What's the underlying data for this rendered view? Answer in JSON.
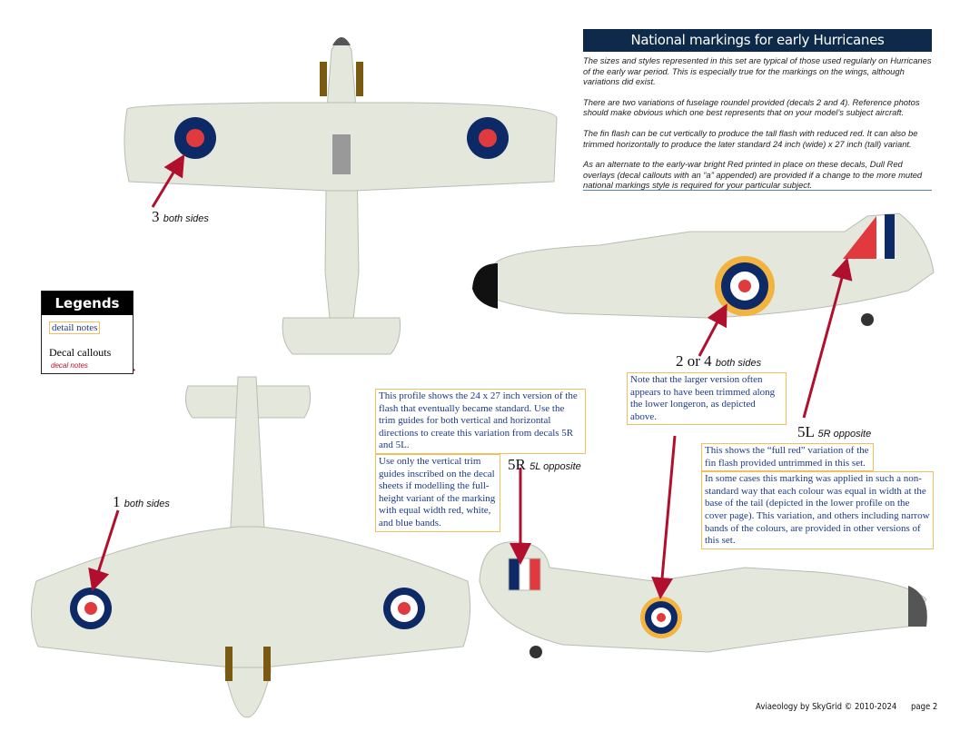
{
  "header": {
    "title": "National markings for early Hurricanes"
  },
  "intro": [
    "The sizes and styles represented in this set are typical of those used regularly on Hurricanes of the early war period. This is especially true for the markings on the wings, although variations did exist.",
    "There are two variations of fuselage roundel provided (decals 2 and 4). Reference photos should make obvious which one best represents that on your model’s subject aircraft.",
    "The fin flash can be cut vertically to produce the tall flash with reduced red. It can also be trimmed horizontally to produce the later standard 24 inch (wide) x 27 inch (tall) variant.",
    "As an alternate to the early-war bright Red printed in place on these decals, Dull Red overlays (decal callouts with an “a” appended) are provided if a change to the more muted national markings style is required for your particular subject."
  ],
  "legend": {
    "title": "Legends",
    "detail_notes": "detail notes",
    "decal_callouts": "Decal callouts",
    "decal_notes": "decal notes"
  },
  "callouts": {
    "c3": {
      "num": "3",
      "note": "both sides"
    },
    "c1": {
      "num": "1",
      "note": "both sides"
    },
    "c24": {
      "num": "2 or 4",
      "note": "both sides"
    },
    "c5L": {
      "num": "5L",
      "note": "5R opposite"
    },
    "c5R": {
      "num": "5R",
      "note": "5L opposite"
    }
  },
  "notes": {
    "profile_24x27": "This profile shows the 24 x 27 inch version of the flash that eventually became standard. Use the trim guides for both vertical and horizontal directions to create this variation from decals 5R and 5L.",
    "vertical_trim": "Use only the vertical trim guides inscribed on the decal sheets if modelling the full-height variant of the marking with equal width red, white, and blue bands.",
    "larger_version": "Note that the larger version often appears to have been trimmed along the lower longeron, as depicted above.",
    "full_red": "This shows the “full red” variation of the fin flash provided untrimmed in this set.",
    "non_standard": "In some cases this marking was applied in such a non-standard way that each colour was equal in width at the base of the tail (depicted in the lower profile on the cover page). This variation, and others including narrow bands of the colours, are provided in other versions of this set."
  },
  "footer": {
    "credit": "Aviaeology by SkyGrid © 2010-2024",
    "page": "page 2"
  },
  "colors": {
    "navy": "#0e2a4a",
    "roundel_blue": "#0d2a66",
    "roundel_red": "#e03a3e",
    "yellow": "#f2b340",
    "airframe": "#e4e7dc",
    "arrow": "#b0102e",
    "note_border": "#f3bf5a"
  }
}
